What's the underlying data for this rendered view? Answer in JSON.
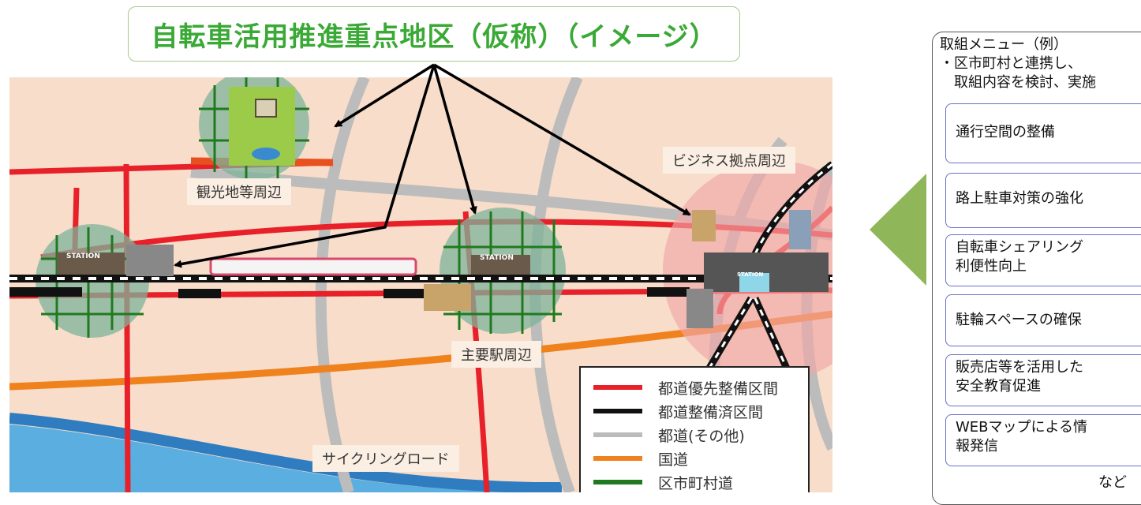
{
  "title": "自転車活用推進重点地区（仮称）（イメージ）",
  "map_labels": {
    "tourist": "観光地等周辺",
    "business": "ビジネス拠点周辺",
    "station": "主要駅周辺",
    "cycling_road": "サイクリングロード"
  },
  "station_signs": [
    "STATION",
    "STATION",
    "STATION"
  ],
  "legend": [
    {
      "label": "都道優先整備区間",
      "color": "#e8202a"
    },
    {
      "label": "都道整備済区間",
      "color": "#111111"
    },
    {
      "label": "都道(その他)",
      "color": "#bbbbbb"
    },
    {
      "label": "国道",
      "color": "#f0821e"
    },
    {
      "label": "区市町村道",
      "color": "#1f7a1f"
    }
  ],
  "menu": {
    "heading_line1": "取組メニュー（例）",
    "heading_line2": "・区市町村と連携し、",
    "heading_line3": "　取組内容を検討、実施",
    "items": [
      {
        "line1": "通行空間の整備",
        "line2": ""
      },
      {
        "line1": "路上駐車対策の強化",
        "line2": ""
      },
      {
        "line1": "自転車シェアリング",
        "line2": "利便性向上"
      },
      {
        "line1": "駐輪スペースの確保",
        "line2": ""
      },
      {
        "line1": "販売店等を活用した",
        "line2": "安全教育促進"
      },
      {
        "line1": "WEBマップによる情",
        "line2": "報発信"
      }
    ],
    "etc": "など"
  },
  "colors": {
    "title_green": "#3aa935",
    "pointer_green": "#8fb75a",
    "button_border": "#6b70c9"
  }
}
